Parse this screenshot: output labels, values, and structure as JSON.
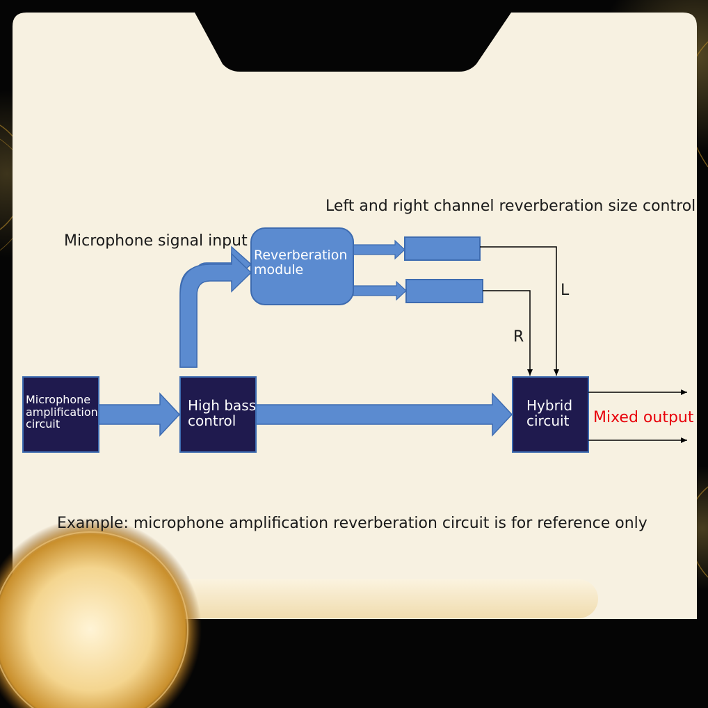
{
  "diagram": {
    "colors": {
      "panel": "#f7f1e1",
      "dark_box": "#1f1a4e",
      "arrow": "#5b8bd0",
      "arrow_stroke": "#3d6bb0",
      "mixed_output": "#e8000b"
    },
    "labels": {
      "lr_control": "Left and right channel reverberation size control",
      "mic_input": "Microphone signal input",
      "left": "L",
      "right": "R",
      "mixed_output": "Mixed output",
      "example_note": "Example: microphone amplification reverberation circuit is for reference only"
    },
    "boxes": {
      "mic_amp": [
        "Microphone",
        "amplification",
        "circuit"
      ],
      "high_bass": [
        "High bass",
        "control"
      ],
      "reverb": [
        "Reverberation",
        "module"
      ],
      "hybrid": [
        "Hybrid",
        "circuit"
      ]
    }
  }
}
